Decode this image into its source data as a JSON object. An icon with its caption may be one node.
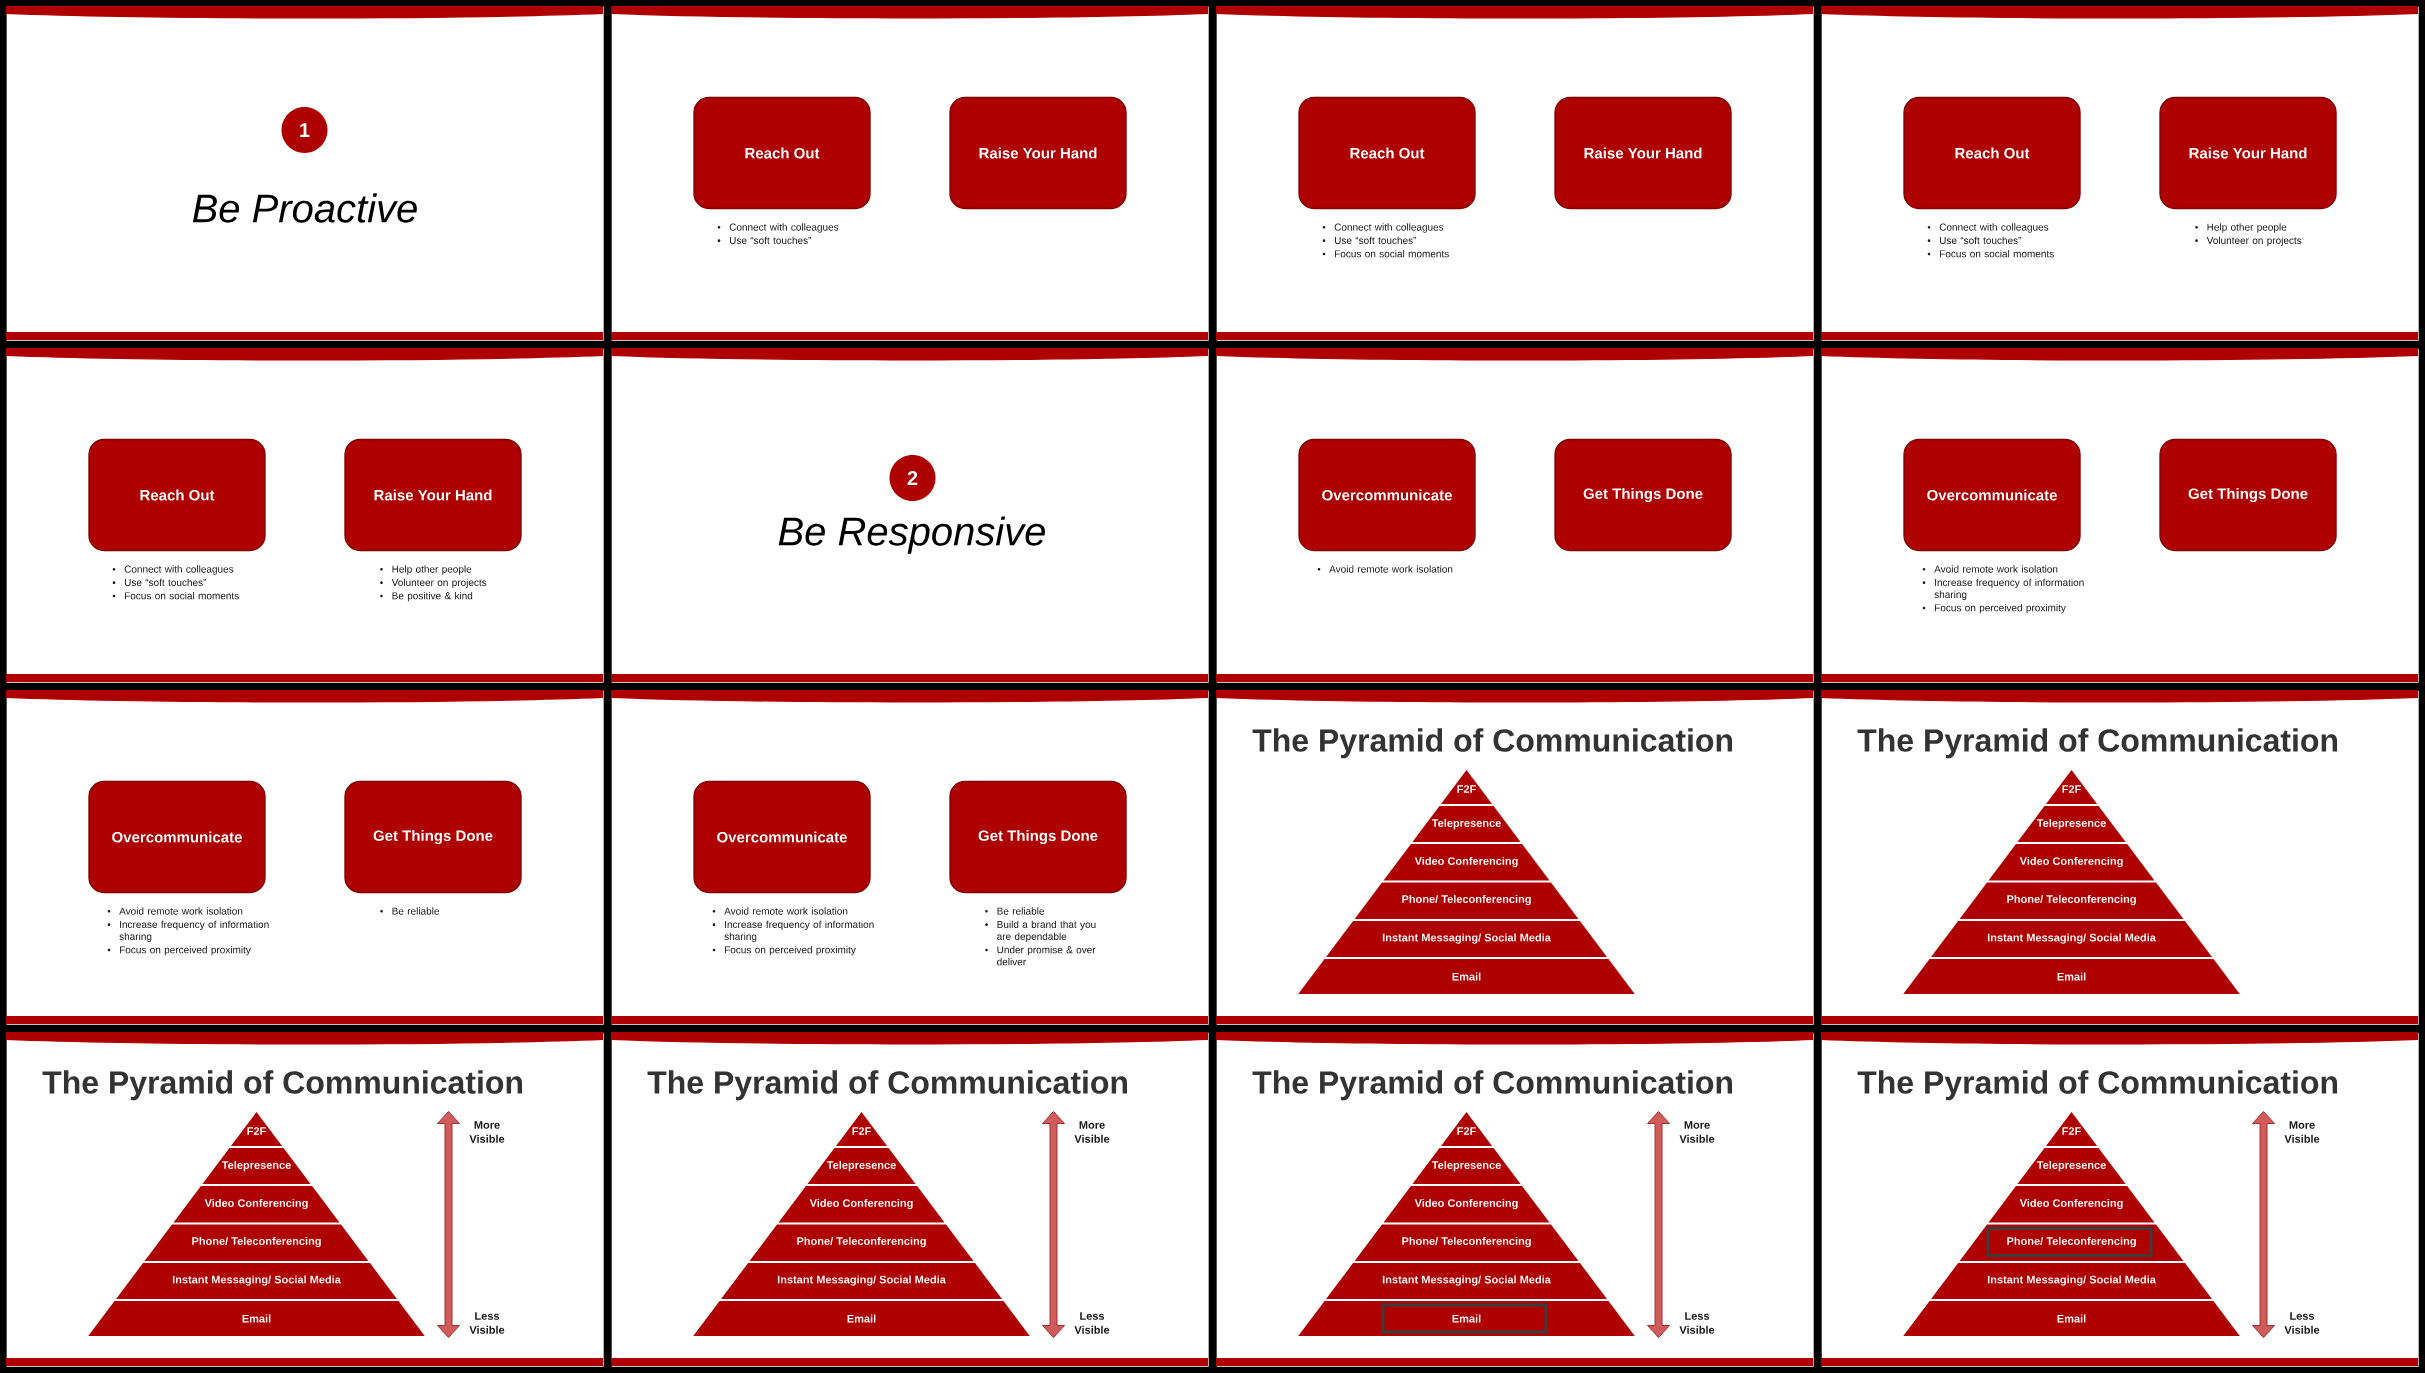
{
  "diagram": {
    "nodes": [
      {
        "text": [
          "Be Proactive"
        ]
      },
      {
        "text": [
          "1"
        ],
        "in": 0
      },
      {
        "text": [],
        "shape": "box"
      },
      {
        "text": [
          "Reach Out"
        ],
        "in": 2,
        "beside": [
          "Connect with colleagues",
          "Use “soft touches”"
        ]
      },
      {
        "text": [
          "Raise Your Hand"
        ],
        "in": 2
      },
      {
        "text": [],
        "shape": "box"
      },
      {
        "text": [
          "Reach Out"
        ],
        "in": 5,
        "beside": [
          "Connect with colleagues",
          "Use “soft touches”",
          "Focus on social moments"
        ]
      },
      {
        "text": [
          "Raise Your Hand"
        ],
        "in": 5
      },
      {
        "text": [],
        "shape": "box"
      },
      {
        "text": [
          "Reach Out"
        ],
        "in": 8,
        "beside": [
          "Connect with colleagues",
          "Use “soft touches”",
          "Focus on social moments"
        ]
      },
      {
        "text": [
          "Raise Your Hand"
        ],
        "in": 8,
        "beside": [
          "Help other people",
          "Volunteer on projects"
        ]
      },
      {
        "text": [],
        "shape": "box"
      },
      {
        "text": [
          "Reach Out"
        ],
        "in": 11,
        "beside": [
          "Connect with colleagues",
          "Use “soft touches”",
          "Focus on social moments"
        ]
      },
      {
        "text": [
          "Raise Your Hand"
        ],
        "in": 11,
        "beside": [
          "Help other people",
          "Volunteer on projects",
          "Be positive & kind"
        ]
      },
      {
        "text": [
          "Be Responsive"
        ]
      },
      {
        "text": [
          "2"
        ],
        "in": 14
      },
      {
        "text": [],
        "shape": "box"
      },
      {
        "text": [
          "Overcommunicate"
        ],
        "in": 16,
        "beside": [
          "Avoid remote work isolation"
        ]
      },
      {
        "text": [
          "Get Things Done"
        ],
        "in": 16
      },
      {
        "text": [],
        "shape": "box"
      },
      {
        "text": [
          "Overcommunicate"
        ],
        "in": 19,
        "beside": [
          "Avoid remote work isolation",
          "Increase frequency of information sharing",
          "Focus on perceived proximity"
        ]
      },
      {
        "text": [
          "Get Things Done"
        ],
        "in": 19
      },
      {
        "text": [],
        "shape": "box"
      },
      {
        "text": [
          "Overcommunicate"
        ],
        "in": 22,
        "beside": [
          "Avoid remote work isolation",
          "Increase frequency of information sharing",
          "Focus on perceived proximity"
        ]
      },
      {
        "text": [
          "Get Things Done"
        ],
        "in": 22,
        "beside": [
          "Be reliable"
        ]
      },
      {
        "text": [],
        "shape": "box"
      },
      {
        "text": [
          "Overcommunicate"
        ],
        "in": 25,
        "beside": [
          "Avoid remote work isolation",
          "Increase frequency of information sharing",
          "Focus on perceived proximity"
        ]
      },
      {
        "text": [
          "Get Things Done"
        ],
        "in": 25,
        "beside": [
          "Be reliable",
          "Build a brand that you are dependable",
          "Under promise & over deliver"
        ]
      },
      {
        "text": [
          "The Pyramid of Communication"
        ]
      },
      {
        "text": [
          "F2F"
        ],
        "in": 28
      },
      {
        "text": [
          "Telepresence"
        ],
        "in": 28
      },
      {
        "text": [
          "Video Conferencing"
        ],
        "in": 28
      },
      {
        "text": [
          "Phone/ Teleconferencing"
        ],
        "in": 28
      },
      {
        "text": [
          "Instant Messaging/ Social Media"
        ],
        "in": 28
      },
      {
        "text": [
          "Email"
        ],
        "in": 28
      },
      {
        "text": [
          "The Pyramid of Communication"
        ]
      },
      {
        "text": [
          "F2F"
        ],
        "in": 35
      },
      {
        "text": [
          "Telepresence"
        ],
        "in": 35
      },
      {
        "text": [
          "Video Conferencing"
        ],
        "in": 35
      },
      {
        "text": [
          "Phone/ Teleconferencing"
        ],
        "in": 35
      },
      {
        "text": [
          "Instant Messaging/ Social Media"
        ],
        "in": 35
      },
      {
        "text": [
          "Email"
        ],
        "in": 35
      },
      {
        "text": [
          "The Pyramid of Communication"
        ]
      },
      {
        "text": [
          "F2F"
        ],
        "in": 42
      },
      {
        "text": [
          "Telepresence"
        ],
        "in": 42
      },
      {
        "text": [
          "Video Conferencing"
        ],
        "in": 42
      },
      {
        "text": [
          "Phone/ Teleconferencing"
        ],
        "in": 42
      },
      {
        "text": [
          "Instant Messaging/ Social Media"
        ],
        "in": 42
      },
      {
        "text": [
          "Email"
        ],
        "in": 42
      },
      {
        "text": [
          "The Pyramid of Communication"
        ]
      },
      {
        "text": [
          "F2F"
        ],
        "in": 49
      },
      {
        "text": [
          "Telepresence"
        ],
        "in": 49
      },
      {
        "text": [
          "Video Conferencing"
        ],
        "in": 49
      },
      {
        "text": [
          "Phone/ Teleconferencing"
        ],
        "in": 49
      },
      {
        "text": [
          "Instant Messaging/ Social Media"
        ],
        "in": 49
      },
      {
        "text": [
          "Email"
        ],
        "in": 49
      },
      {
        "text": [
          "The Pyramid of Communication"
        ]
      },
      {
        "text": [
          "F2F"
        ],
        "in": 56
      },
      {
        "text": [
          "Telepresence"
        ],
        "in": 56
      },
      {
        "text": [
          "Video Conferencing"
        ],
        "in": 56
      },
      {
        "text": [
          "Phone/ Teleconferencing"
        ],
        "in": 56
      },
      {
        "text": [
          "Instant Messaging/ Social Media"
        ],
        "in": 56
      },
      {
        "text": [
          "Email"
        ],
        "in": 56
      },
      {
        "text": [
          "The Pyramid of Communication"
        ]
      },
      {
        "text": [
          "F2F"
        ],
        "in": 63
      },
      {
        "text": [
          "Telepresence"
        ],
        "in": 63
      },
      {
        "text": [
          "Video Conferencing"
        ],
        "in": 63
      },
      {
        "text": [
          "Phone/ Teleconferencing"
        ],
        "in": 63
      },
      {
        "text": [
          "Instant Messaging/ Social Media"
        ],
        "in": 63
      },
      {
        "text": [
          "Email"
        ],
        "in": 63
      }
    ],
    "labels": [
      "More Visible",
      "Less Visible",
      "More Visible",
      "Less Visible",
      "More Visible",
      "Less Visible",
      "More Visible",
      "Less Visible"
    ]
  }
}
